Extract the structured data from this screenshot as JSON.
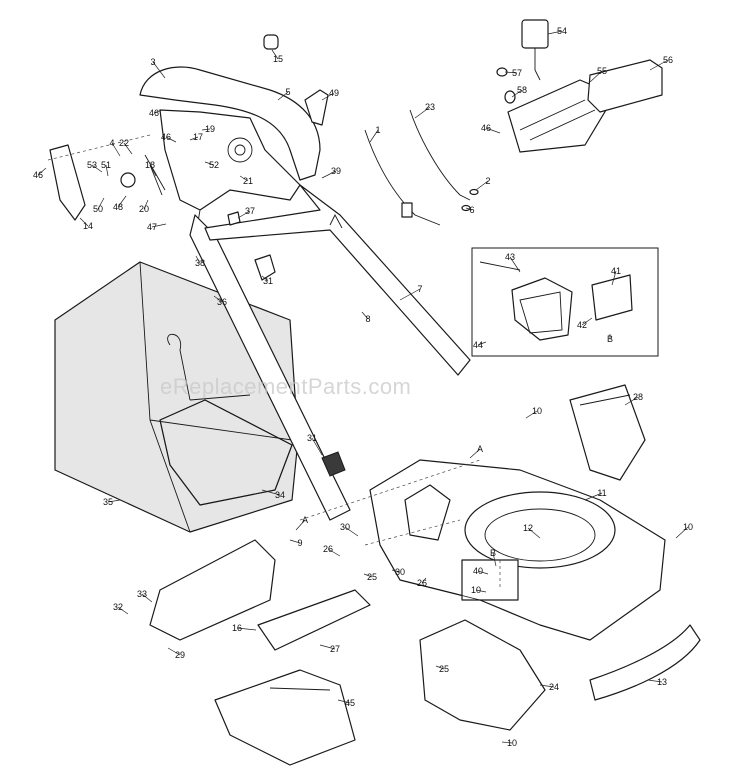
{
  "watermark": "eReplacementParts.com",
  "callouts": [
    "1",
    "2",
    "3",
    "4",
    "5",
    "6",
    "7",
    "8",
    "9",
    "10",
    "11",
    "12",
    "13",
    "14",
    "15",
    "16",
    "17",
    "18",
    "19",
    "20",
    "21",
    "22",
    "23",
    "24",
    "25",
    "26",
    "27",
    "28",
    "29",
    "30",
    "31",
    "32",
    "33",
    "34",
    "35",
    "36",
    "37",
    "38",
    "39",
    "40",
    "41",
    "42",
    "43",
    "44",
    "45",
    "46",
    "47",
    "48",
    "49",
    "50",
    "51",
    "52",
    "53",
    "54",
    "55",
    "56",
    "57",
    "58",
    "A",
    "B"
  ],
  "reference_letters": [
    "A",
    "B"
  ]
}
